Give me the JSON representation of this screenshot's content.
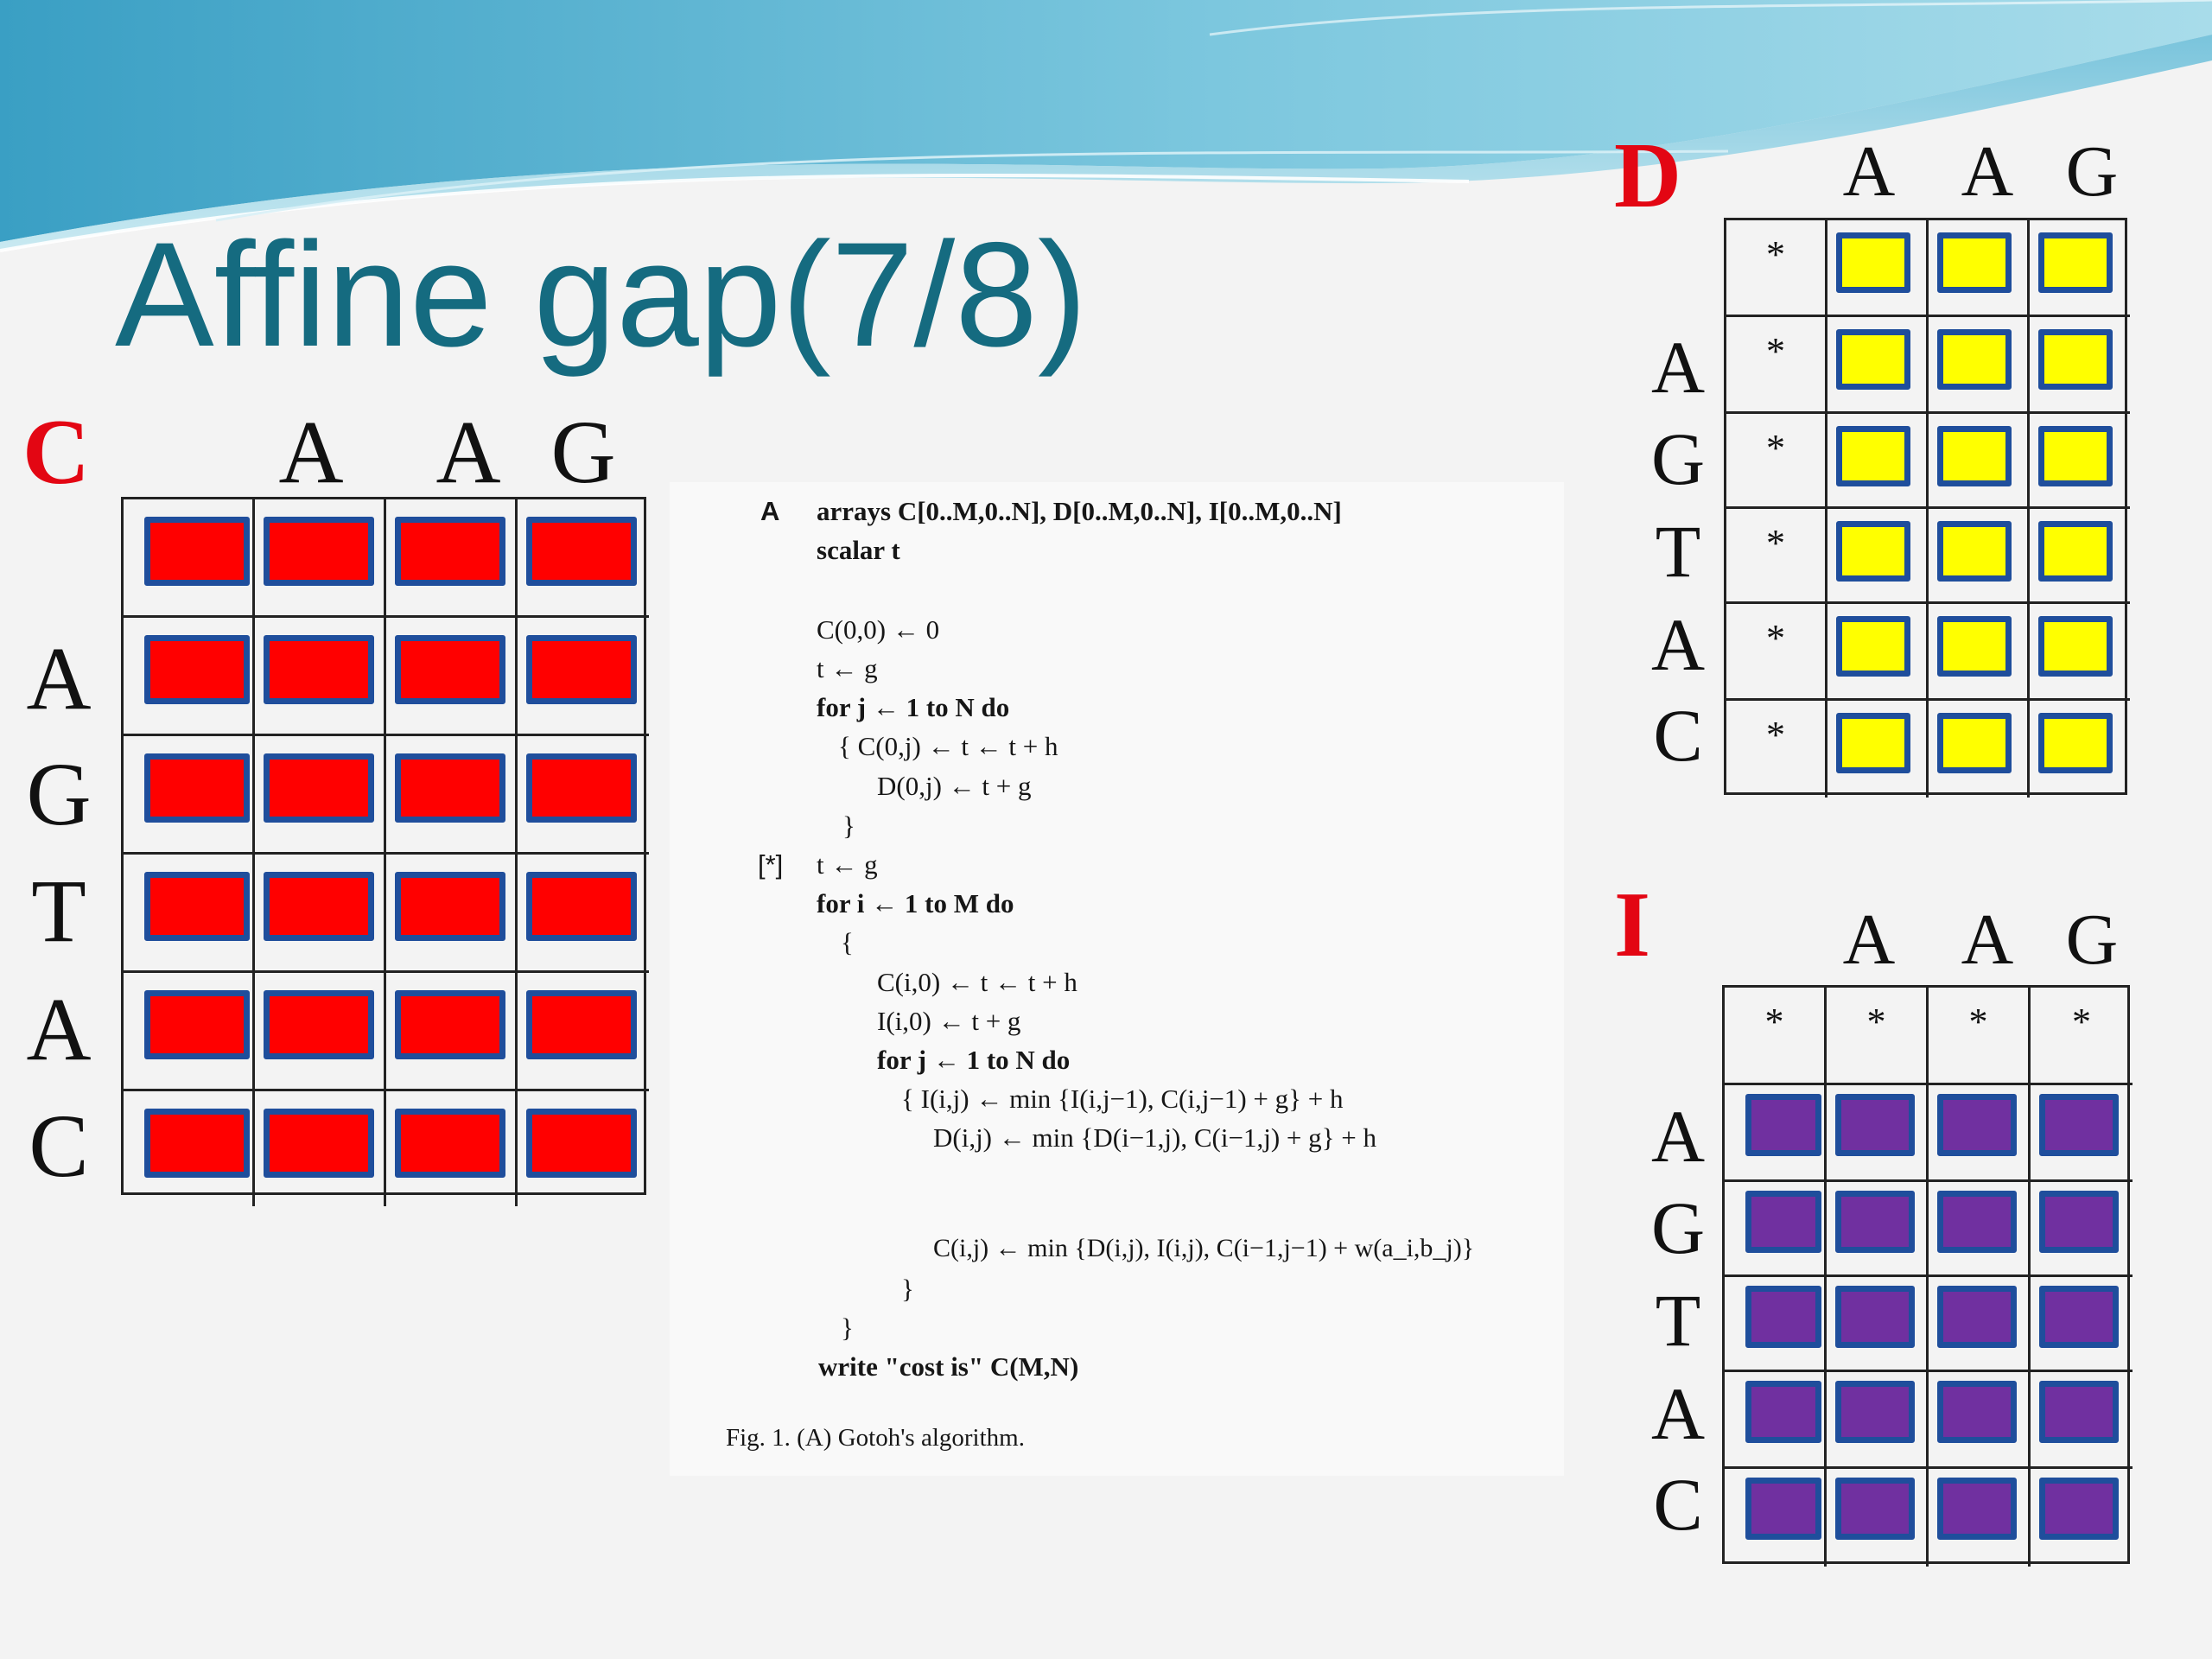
{
  "slide": {
    "title": "Affine gap(7/8)"
  },
  "colors": {
    "title": "#156b80",
    "matrix_label": "#e30613",
    "c_fill": "#ff0000",
    "d_fill": "#ffff00",
    "i_fill": "#7030a0",
    "cell_border": "#1f4e9c"
  },
  "matrices": {
    "C": {
      "label": "C",
      "col_headers": [
        "A",
        "A",
        "G"
      ],
      "row_headers": [
        "A",
        "G",
        "T",
        "A",
        "C"
      ],
      "first_row_markers": [
        "",
        "",
        "",
        ""
      ],
      "first_col_markers": [
        "",
        "",
        "",
        "",
        ""
      ]
    },
    "D": {
      "label": "D",
      "col_headers": [
        "A",
        "A",
        "G"
      ],
      "row_headers": [
        "A",
        "G",
        "T",
        "A",
        "C"
      ],
      "first_col_markers": [
        "*",
        "*",
        "*",
        "*",
        "*",
        "*"
      ]
    },
    "I": {
      "label": "I",
      "col_headers": [
        "A",
        "A",
        "G"
      ],
      "row_headers": [
        "A",
        "G",
        "T",
        "A",
        "C"
      ],
      "first_row_markers": [
        "*",
        "*",
        "*",
        "*"
      ]
    }
  },
  "algorithm": {
    "tag": "A",
    "marker": "[*]",
    "lines": [
      "arrays C[0..M,0..N], D[0..M,0..N], I[0..M,0..N]",
      "scalar t",
      "C(0,0) ← 0",
      "t ← g",
      "for j ← 1 to N do",
      "{  C(0,j) ← t ← t + h",
      "D(0,j) ← t + g",
      "}",
      "t ← g",
      "for i ← 1 to M do",
      "{",
      "C(i,0) ← t ← t + h",
      "I(i,0) ← t + g",
      "for j ← 1 to N do",
      "{  I(i,j) ← min {I(i,j−1), C(i,j−1) + g} + h",
      "D(i,j) ← min {D(i−1,j), C(i−1,j) + g} + h",
      "C(i,j) ← min {D(i,j), I(i,j), C(i−1,j−1) + w(a_i,b_j)}",
      "}",
      "}",
      "write \"cost is\" C(M,N)"
    ],
    "caption": "Fig. 1. (A) Gotoh's algorithm."
  }
}
